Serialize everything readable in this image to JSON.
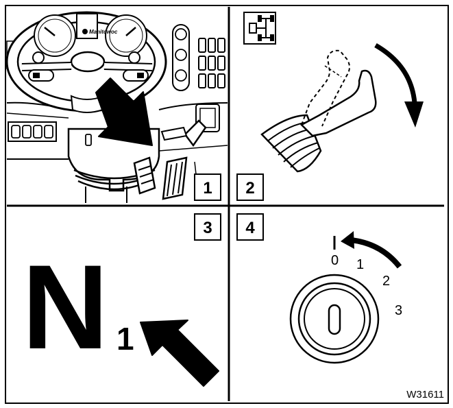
{
  "figure_id": "W31611",
  "brand_logo_text": "Manitowoc",
  "steps": [
    {
      "number": "1",
      "description": "Press brake pedal"
    },
    {
      "number": "2",
      "description": "Move gear selector lever"
    },
    {
      "number": "3",
      "description": "Neutral gear indicator"
    },
    {
      "number": "4",
      "description": "Ignition switch position"
    }
  ],
  "gear_display": {
    "letter": "N",
    "subscript": "1"
  },
  "ignition_positions": [
    "0",
    "1",
    "2",
    "3"
  ],
  "colors": {
    "line": "#000000",
    "background": "#ffffff"
  },
  "icons": [
    "drive-axle-icon",
    "arrow-right-down-icon",
    "arrow-up-left-icon",
    "curved-arrow-cw-icon",
    "curved-arrow-ccw-icon"
  ]
}
